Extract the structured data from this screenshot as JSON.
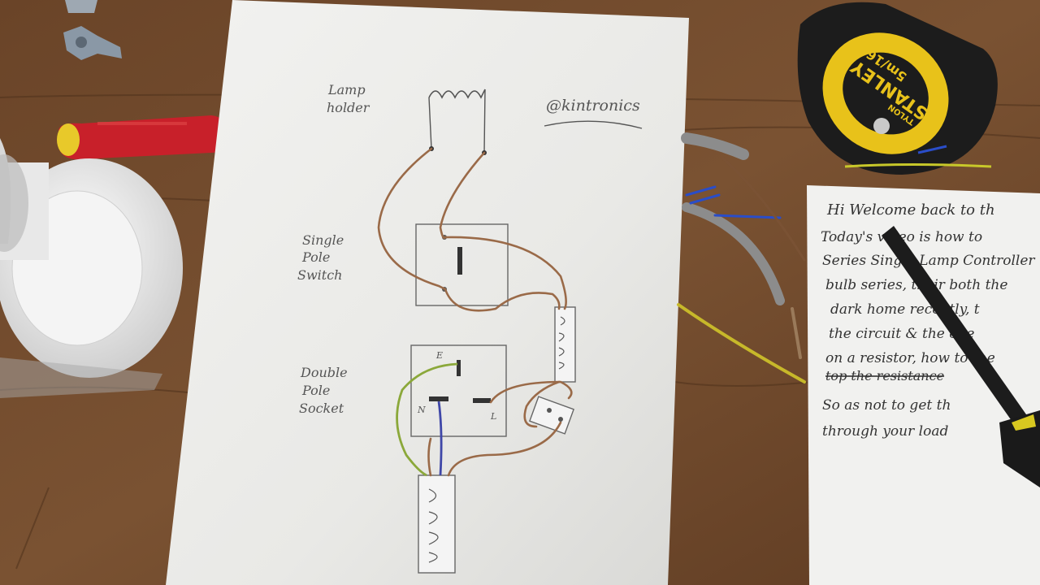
{
  "diagram": {
    "labels": {
      "lamp_holder": [
        "Lamp",
        "holder"
      ],
      "switch": [
        "Single",
        "Pole",
        "Switch"
      ],
      "socket": [
        "Double",
        "Pole",
        "Socket"
      ],
      "handle": "@kintronics",
      "terminal_e": "E",
      "terminal_n": "N",
      "terminal_l": "L"
    }
  },
  "tape_measure": {
    "brand": "STANLEY",
    "model": "TYLON",
    "length": "5m/16'"
  },
  "notes_sheet": {
    "lines": [
      "Hi Welcome back to th",
      "Today's video is how to",
      "Series Single Lamp Controller",
      "bulb series, their both the",
      "dark home recently, t",
      "the circuit & the one",
      "on a resistor, how to the",
      "top the resistance",
      "So as not to get th",
      "through your load"
    ]
  },
  "colors": {
    "wood": "#6b4528",
    "paper": "#ececea",
    "brown_wire": "#9a6a48",
    "green_yellow_wire": "#8ba83a",
    "blue_wire": "#3f47a8",
    "tape_yellow": "#e8c21a",
    "screwdriver_red": "#c8202a"
  }
}
